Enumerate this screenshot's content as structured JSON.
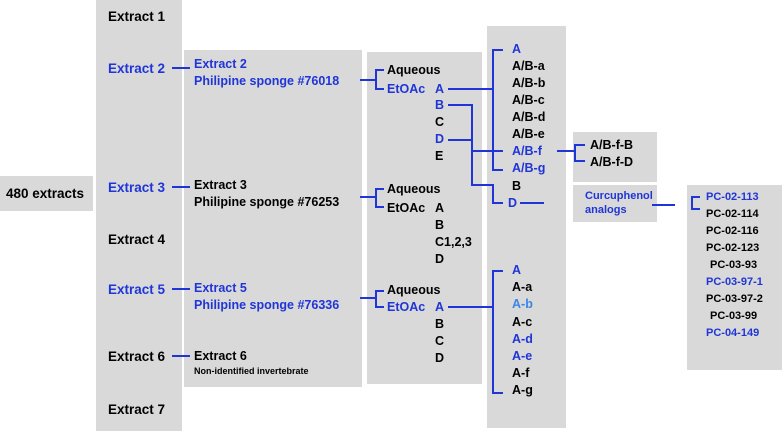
{
  "colors": {
    "box": "#d9d9d9",
    "text": "#000000",
    "highlight": "#1f35d8",
    "light_highlight": "#3a86e6",
    "connector": "#1f35d8"
  },
  "root": "480 extracts",
  "extracts": [
    "Extract 1",
    "Extract 2",
    "Extract 3",
    "Extract 4",
    "Extract 5",
    "Extract 6",
    "Extract 7"
  ],
  "sources": [
    {
      "extract": "Extract 2",
      "name": "Philipine sponge #76018"
    },
    {
      "extract": "Extract 3",
      "name": "Philipine sponge #76253"
    },
    {
      "extract": "Extract 5",
      "name": "Philipine sponge #76336"
    },
    {
      "extract": "Extract 6",
      "name": "Non-identified invertebrate"
    }
  ],
  "partitions": {
    "p1": {
      "aqueous": "Aqueous",
      "etoac": "EtOAc",
      "fractions": [
        "A",
        "B",
        "C",
        "D",
        "E"
      ]
    },
    "p2": {
      "aqueous": "Aqueous",
      "etoac": "EtOAc",
      "fractions": [
        "A",
        "B",
        "C1,2,3",
        "D"
      ]
    },
    "p3": {
      "aqueous": "Aqueous",
      "etoac": "EtOAc",
      "fractions": [
        "A",
        "B",
        "C",
        "D"
      ]
    }
  },
  "subfractions_top": [
    "A",
    "A/B-a",
    "A/B-b",
    "A/B-c",
    "A/B-d",
    "A/B-e",
    "A/B-f",
    "A/B-g",
    "B",
    "D"
  ],
  "subfractions_bottom": [
    "A",
    "A-a",
    "A-b",
    "A-c",
    "A-d",
    "A-e",
    "A-f",
    "A-g"
  ],
  "abf_children": [
    "A/B-f-B",
    "A/B-f-D"
  ],
  "curcuphenol": "Curcuphenol analogs",
  "compounds": [
    "PC-02-113",
    "PC-02-114",
    "PC-02-116",
    "PC-02-123",
    "PC-03-93",
    "PC-03-97-1",
    "PC-03-97-2",
    "PC-03-99",
    "PC-04-149"
  ]
}
